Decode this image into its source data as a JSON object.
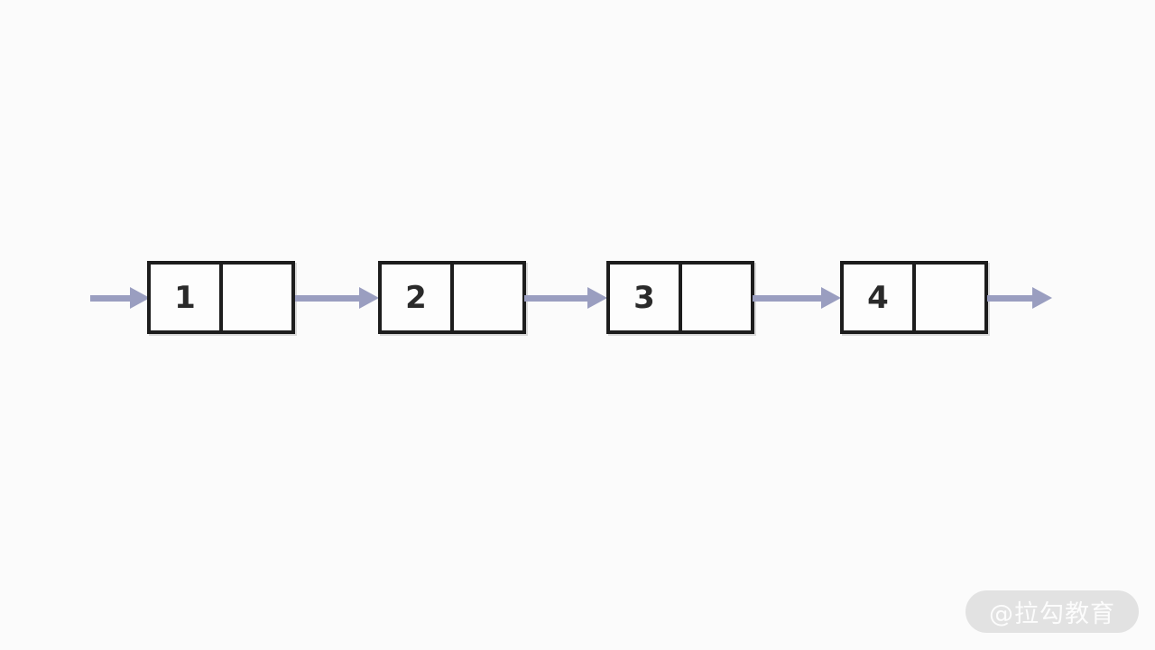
{
  "list": {
    "description": "singly linked list with four nodes",
    "nodes": [
      {
        "value": "1"
      },
      {
        "value": "2"
      },
      {
        "value": "3"
      },
      {
        "value": "4"
      }
    ]
  },
  "colors": {
    "arrow": "#9a9ec0",
    "node_border": "#1d1d1d",
    "node_fill": "#fdfdfd",
    "value_text": "#2a2a2a",
    "background": "#fbfbfb",
    "watermark_bg": "#e2e2e2",
    "watermark_text": "#fcfcfc"
  },
  "watermark": {
    "text": "@拉勾教育"
  }
}
